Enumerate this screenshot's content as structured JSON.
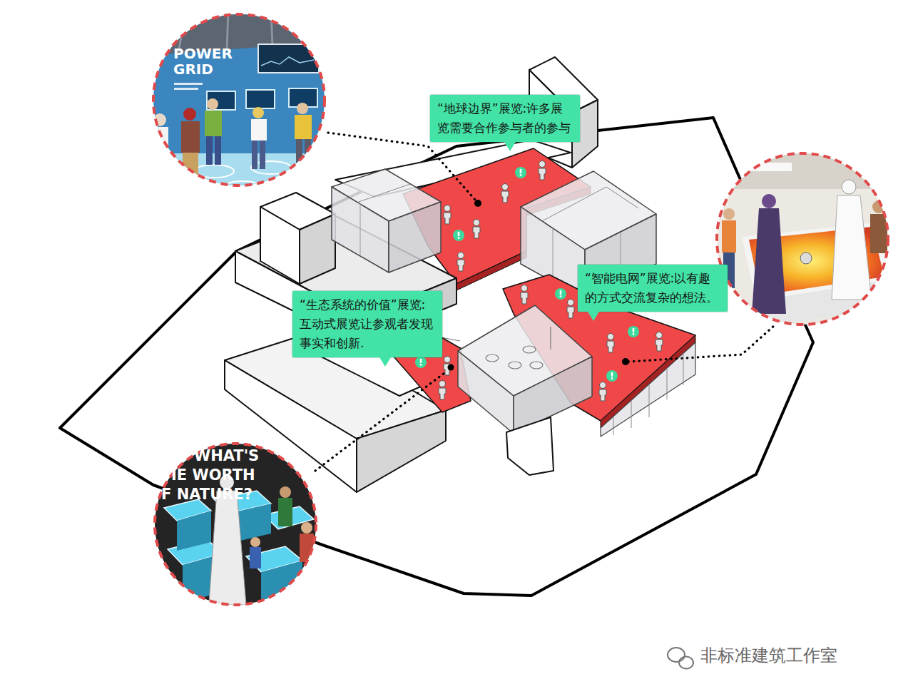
{
  "diagram": {
    "nodes": [
      {
        "text": [
          "“地球边界”展览:许多展 览需要合作参与者的参与"
        ]
      },
      {
        "text": [
          "“生态系统的价值”展览: 互动式展览让参观者发现 事实和创新."
        ]
      },
      {
        "text": [
          "“智能电网”展览:以有趣 的方式交流复杂的想法。"
        ]
      }
    ],
    "labels": [
      "POWER GRID",
      "WHAT'S",
      "IE WORTH",
      "F NATURE?",
      "非标准建筑工作室"
    ]
  }
}
